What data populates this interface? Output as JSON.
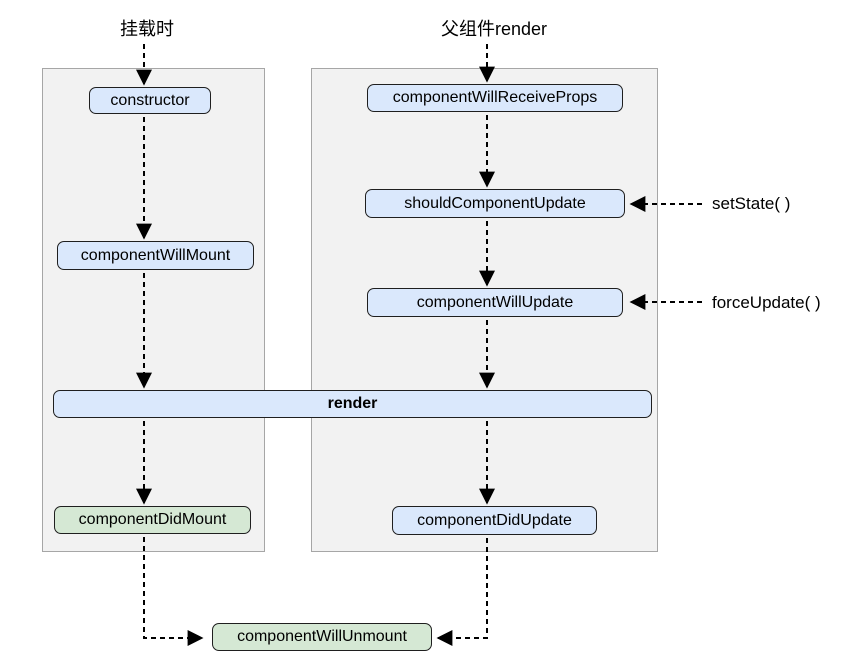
{
  "diagram": {
    "top_labels": {
      "mount": "挂载时",
      "parent_render": "父组件render"
    },
    "side_labels": {
      "set_state": "setState( )",
      "force_update": "forceUpdate( )"
    },
    "mount_column": {
      "constructor": "constructor",
      "component_will_mount": "componentWillMount",
      "component_did_mount": "componentDidMount"
    },
    "update_column": {
      "component_will_receive_props": "componentWillReceiveProps",
      "should_component_update": "shouldComponentUpdate",
      "component_will_update": "componentWillUpdate",
      "component_did_update": "componentDidUpdate"
    },
    "shared": {
      "render": "render",
      "component_will_unmount": "componentWillUnmount"
    },
    "colors": {
      "node_blue_fill": "#dae8fc",
      "node_green_fill": "#d5e8d4",
      "node_border": "#1f1f1f",
      "panel_fill": "#f2f2f2",
      "panel_border": "#a6a6a6",
      "arrow_color": "#000000"
    }
  }
}
